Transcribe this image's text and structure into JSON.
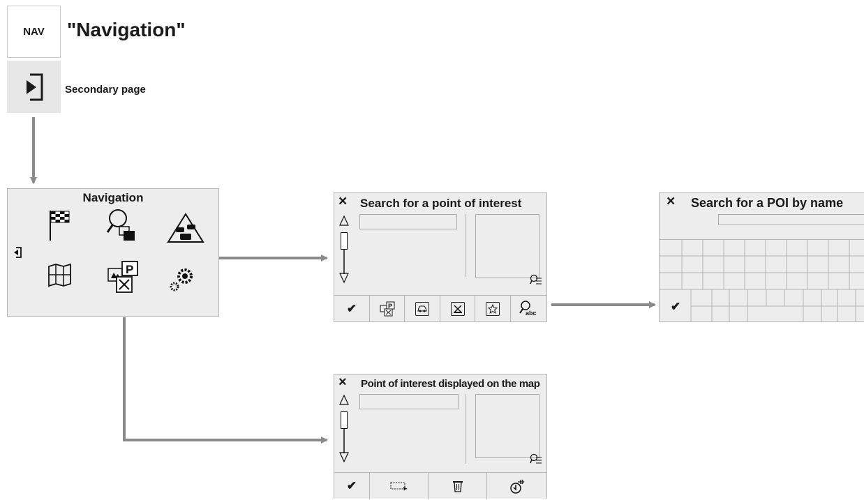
{
  "header": {
    "badge": "NAV",
    "title": "\"Navigation\""
  },
  "secondary": {
    "label": "Secondary page",
    "icon": "enter-icon"
  },
  "nav_screen": {
    "title": "Navigation",
    "icons": [
      "checkered-flag-icon",
      "poi-search-icon",
      "traffic-warning-icon",
      "back-arrow-icon",
      "map-icon",
      "poi-categories-icon",
      "settings-icon"
    ]
  },
  "search_poi": {
    "close": "×",
    "title": "Search for a point of interest",
    "toolbar": [
      "confirm-check-icon",
      "poi-categories-icon",
      "car-icon",
      "hotel-icon",
      "favorite-star-icon",
      "search-by-name-icon"
    ],
    "check": "✔",
    "abc": "abc"
  },
  "search_by_name": {
    "close": "×",
    "title": "Search for a POI by name",
    "check": "✔"
  },
  "poi_on_map": {
    "close": "×",
    "title": "Point of interest displayed on the map",
    "toolbar": [
      "confirm-check-icon",
      "select-area-icon",
      "delete-icon",
      "usb-import-icon"
    ],
    "check": "✔"
  }
}
